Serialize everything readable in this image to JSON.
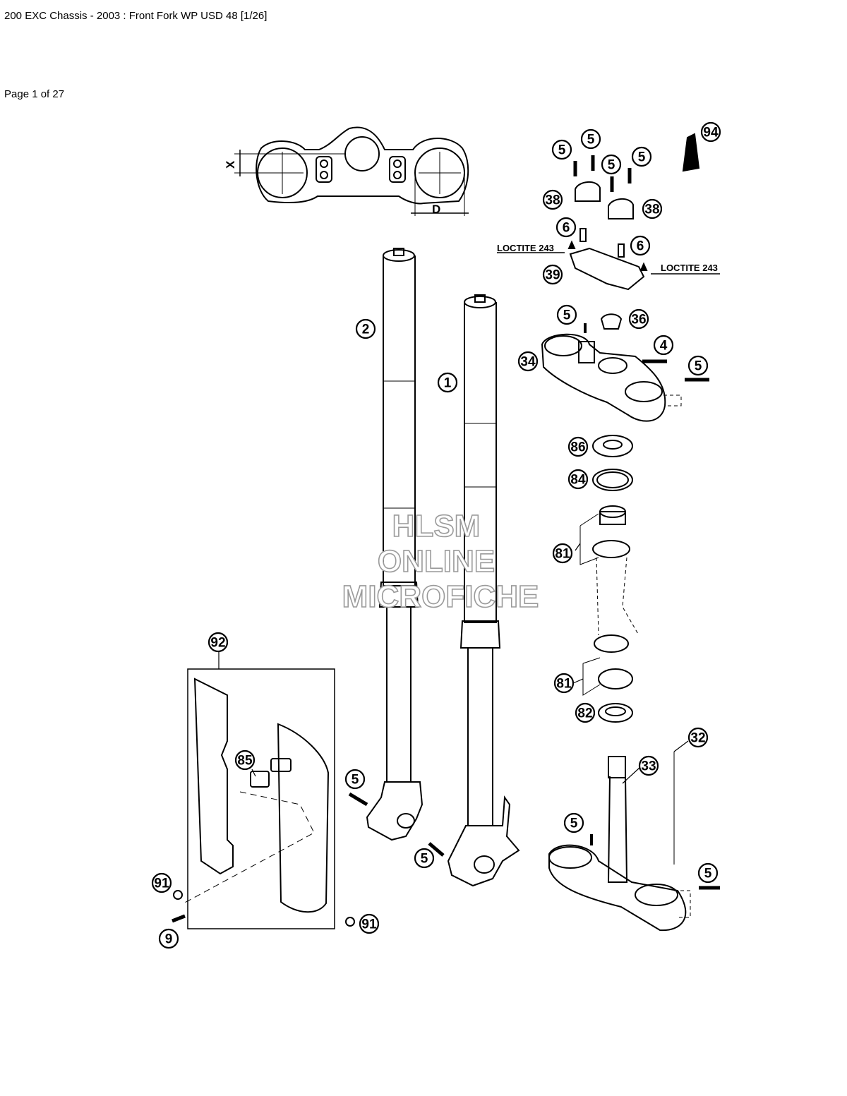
{
  "page": {
    "title": "200 EXC Chassis - 2003 : Front Fork WP USD 48 [1/26]",
    "page_number": "Page 1 of 27"
  },
  "watermark": {
    "line1": "HLSM",
    "line2": "ONLINE",
    "line3": "MICROFICHE"
  },
  "notes": {
    "loctite_left": "LOCTITE 243",
    "loctite_right": "LOCTITE 243"
  },
  "dimensions": {
    "x_label": "X",
    "d_label": "D"
  },
  "callouts": [
    {
      "id": "c94a",
      "label": "94"
    },
    {
      "id": "c5a",
      "label": "5"
    },
    {
      "id": "c5b",
      "label": "5"
    },
    {
      "id": "c5c",
      "label": "5"
    },
    {
      "id": "c5d",
      "label": "5"
    },
    {
      "id": "c38a",
      "label": "38"
    },
    {
      "id": "c38b",
      "label": "38"
    },
    {
      "id": "c6a",
      "label": "6"
    },
    {
      "id": "c6b",
      "label": "6"
    },
    {
      "id": "c39",
      "label": "39"
    },
    {
      "id": "c2",
      "label": "2"
    },
    {
      "id": "c1",
      "label": "1"
    },
    {
      "id": "c5e",
      "label": "5"
    },
    {
      "id": "c36",
      "label": "36"
    },
    {
      "id": "c4",
      "label": "4"
    },
    {
      "id": "c34",
      "label": "34"
    },
    {
      "id": "c5f",
      "label": "5"
    },
    {
      "id": "c86",
      "label": "86"
    },
    {
      "id": "c84",
      "label": "84"
    },
    {
      "id": "c81a",
      "label": "81"
    },
    {
      "id": "c81b",
      "label": "81"
    },
    {
      "id": "c82",
      "label": "82"
    },
    {
      "id": "c92",
      "label": "92"
    },
    {
      "id": "c85",
      "label": "85"
    },
    {
      "id": "c5g",
      "label": "5"
    },
    {
      "id": "c5h",
      "label": "5"
    },
    {
      "id": "c32",
      "label": "32"
    },
    {
      "id": "c33",
      "label": "33"
    },
    {
      "id": "c5i",
      "label": "5"
    },
    {
      "id": "c5j",
      "label": "5"
    },
    {
      "id": "c91a",
      "label": "91"
    },
    {
      "id": "c9",
      "label": "9"
    },
    {
      "id": "c91b",
      "label": "91"
    }
  ]
}
